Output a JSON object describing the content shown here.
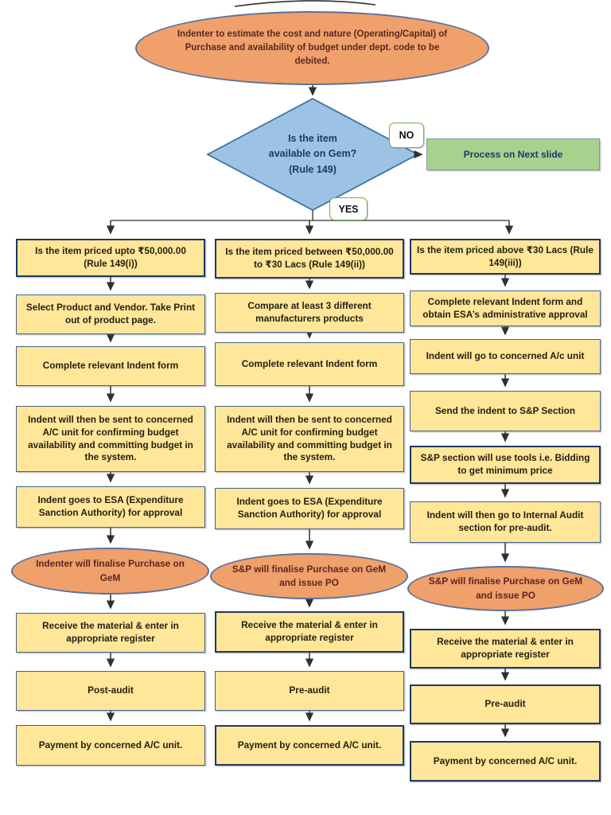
{
  "colors": {
    "ellipse_fill": "#EFA06B",
    "ellipse_border": "#5B739C",
    "diamond_fill": "#9CC3E5",
    "diamond_border": "#41719C",
    "box_fill": "#FFE699",
    "box_border": "#44618C",
    "box_border_strong": "#1F3864",
    "green_fill": "#A9D18E",
    "green_border": "#7F93AC",
    "tag_border": "#70AD47",
    "line": "#303030",
    "box_text": "#262012",
    "ellipse_text": "#5C2623",
    "diamond_text": "#1F3864"
  },
  "start": "Indenter to estimate the cost and nature (Operating/Capital) of Purchase and availability of budget under dept. code to be debited.",
  "decision": "Is the item\navailable on Gem?\n(Rule 149)",
  "labels": {
    "no": "NO",
    "yes": "YES"
  },
  "no_branch": "Process on Next slide",
  "columns": [
    {
      "name": "upto-50k",
      "steps": [
        {
          "type": "box",
          "text": "Is the item priced upto ₹50,000.00 (Rule 149(i))"
        },
        {
          "type": "box",
          "text": "Select Product and Vendor. Take Print out of product page."
        },
        {
          "type": "box",
          "text": "Complete relevant Indent form"
        },
        {
          "type": "box",
          "text": "Indent will then be sent to concerned A/C unit for confirming budget availability and committing budget in the system."
        },
        {
          "type": "box",
          "text": "Indent goes to ESA (Expenditure Sanction Authority) for approval"
        },
        {
          "type": "ellipse",
          "text": "Indenter will finalise Purchase on GeM"
        },
        {
          "type": "box",
          "text": "Receive the material & enter in appropriate register"
        },
        {
          "type": "box",
          "text": "Post-audit"
        },
        {
          "type": "box",
          "text": "Payment by concerned A/C unit."
        }
      ]
    },
    {
      "name": "50k-to-30lacs",
      "steps": [
        {
          "type": "box",
          "text": "Is the item priced between ₹50,000.00 to ₹30 Lacs (Rule 149(ii))"
        },
        {
          "type": "box",
          "text": "Compare at least 3 different manufacturers products"
        },
        {
          "type": "box",
          "text": "Complete relevant Indent form"
        },
        {
          "type": "box",
          "text": "Indent will then be sent to concerned A/C unit for confirming budget availability and committing budget in the system."
        },
        {
          "type": "box",
          "text": "Indent goes to ESA (Expenditure Sanction Authority) for approval"
        },
        {
          "type": "ellipse",
          "text": "S&P will finalise Purchase on GeM and issue PO"
        },
        {
          "type": "box",
          "text": "Receive the material & enter in appropriate register"
        },
        {
          "type": "box",
          "text": "Pre-audit"
        },
        {
          "type": "box",
          "text": "Payment by concerned A/C unit."
        }
      ]
    },
    {
      "name": "above-30lacs",
      "steps": [
        {
          "type": "box",
          "text": "Is the item priced above ₹30 Lacs (Rule 149(iii))"
        },
        {
          "type": "box",
          "text": "Complete relevant Indent form and obtain ESA’s administrative approval"
        },
        {
          "type": "box",
          "text": "Indent will go to concerned A/c unit"
        },
        {
          "type": "box",
          "text": "Send the indent to S&P Section"
        },
        {
          "type": "box",
          "text": "S&P section will use tools i.e. Bidding to get minimum price"
        },
        {
          "type": "box",
          "text": "Indent will then go to Internal Audit section for pre-audit."
        },
        {
          "type": "ellipse",
          "text": "S&P will finalise Purchase on GeM and issue PO"
        },
        {
          "type": "box",
          "text": "Receive the material & enter in appropriate register"
        },
        {
          "type": "box",
          "text": "Pre-audit"
        },
        {
          "type": "box",
          "text": "Payment by concerned A/C unit."
        }
      ]
    }
  ]
}
